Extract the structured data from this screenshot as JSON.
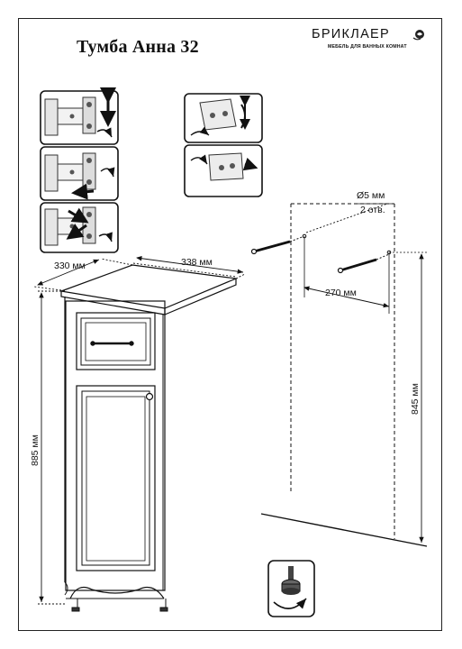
{
  "header": {
    "title": "Тумба Анна 32",
    "brand_name": "БРИКЛАЕР",
    "brand_tagline": "МЕБЕЛЬ ДЛЯ ВАННЫХ КОМНАТ"
  },
  "dimensions": {
    "depth": "330 мм",
    "width": "338 мм",
    "height": "885 мм",
    "hole_diameter": "Ø5 мм",
    "hole_count": "2 отв.",
    "hole_spacing": "270 мм",
    "mount_height": "845 мм"
  },
  "icons": {
    "hinge_vertical": "hinge-vertical-adjust-icon",
    "hinge_horizontal": "hinge-horizontal-adjust-icon",
    "hinge_depth": "hinge-depth-adjust-icon",
    "hanger_vertical": "hanger-vertical-adjust-icon",
    "hanger_depth": "hanger-depth-adjust-icon",
    "leveling_foot": "leveling-foot-icon"
  }
}
